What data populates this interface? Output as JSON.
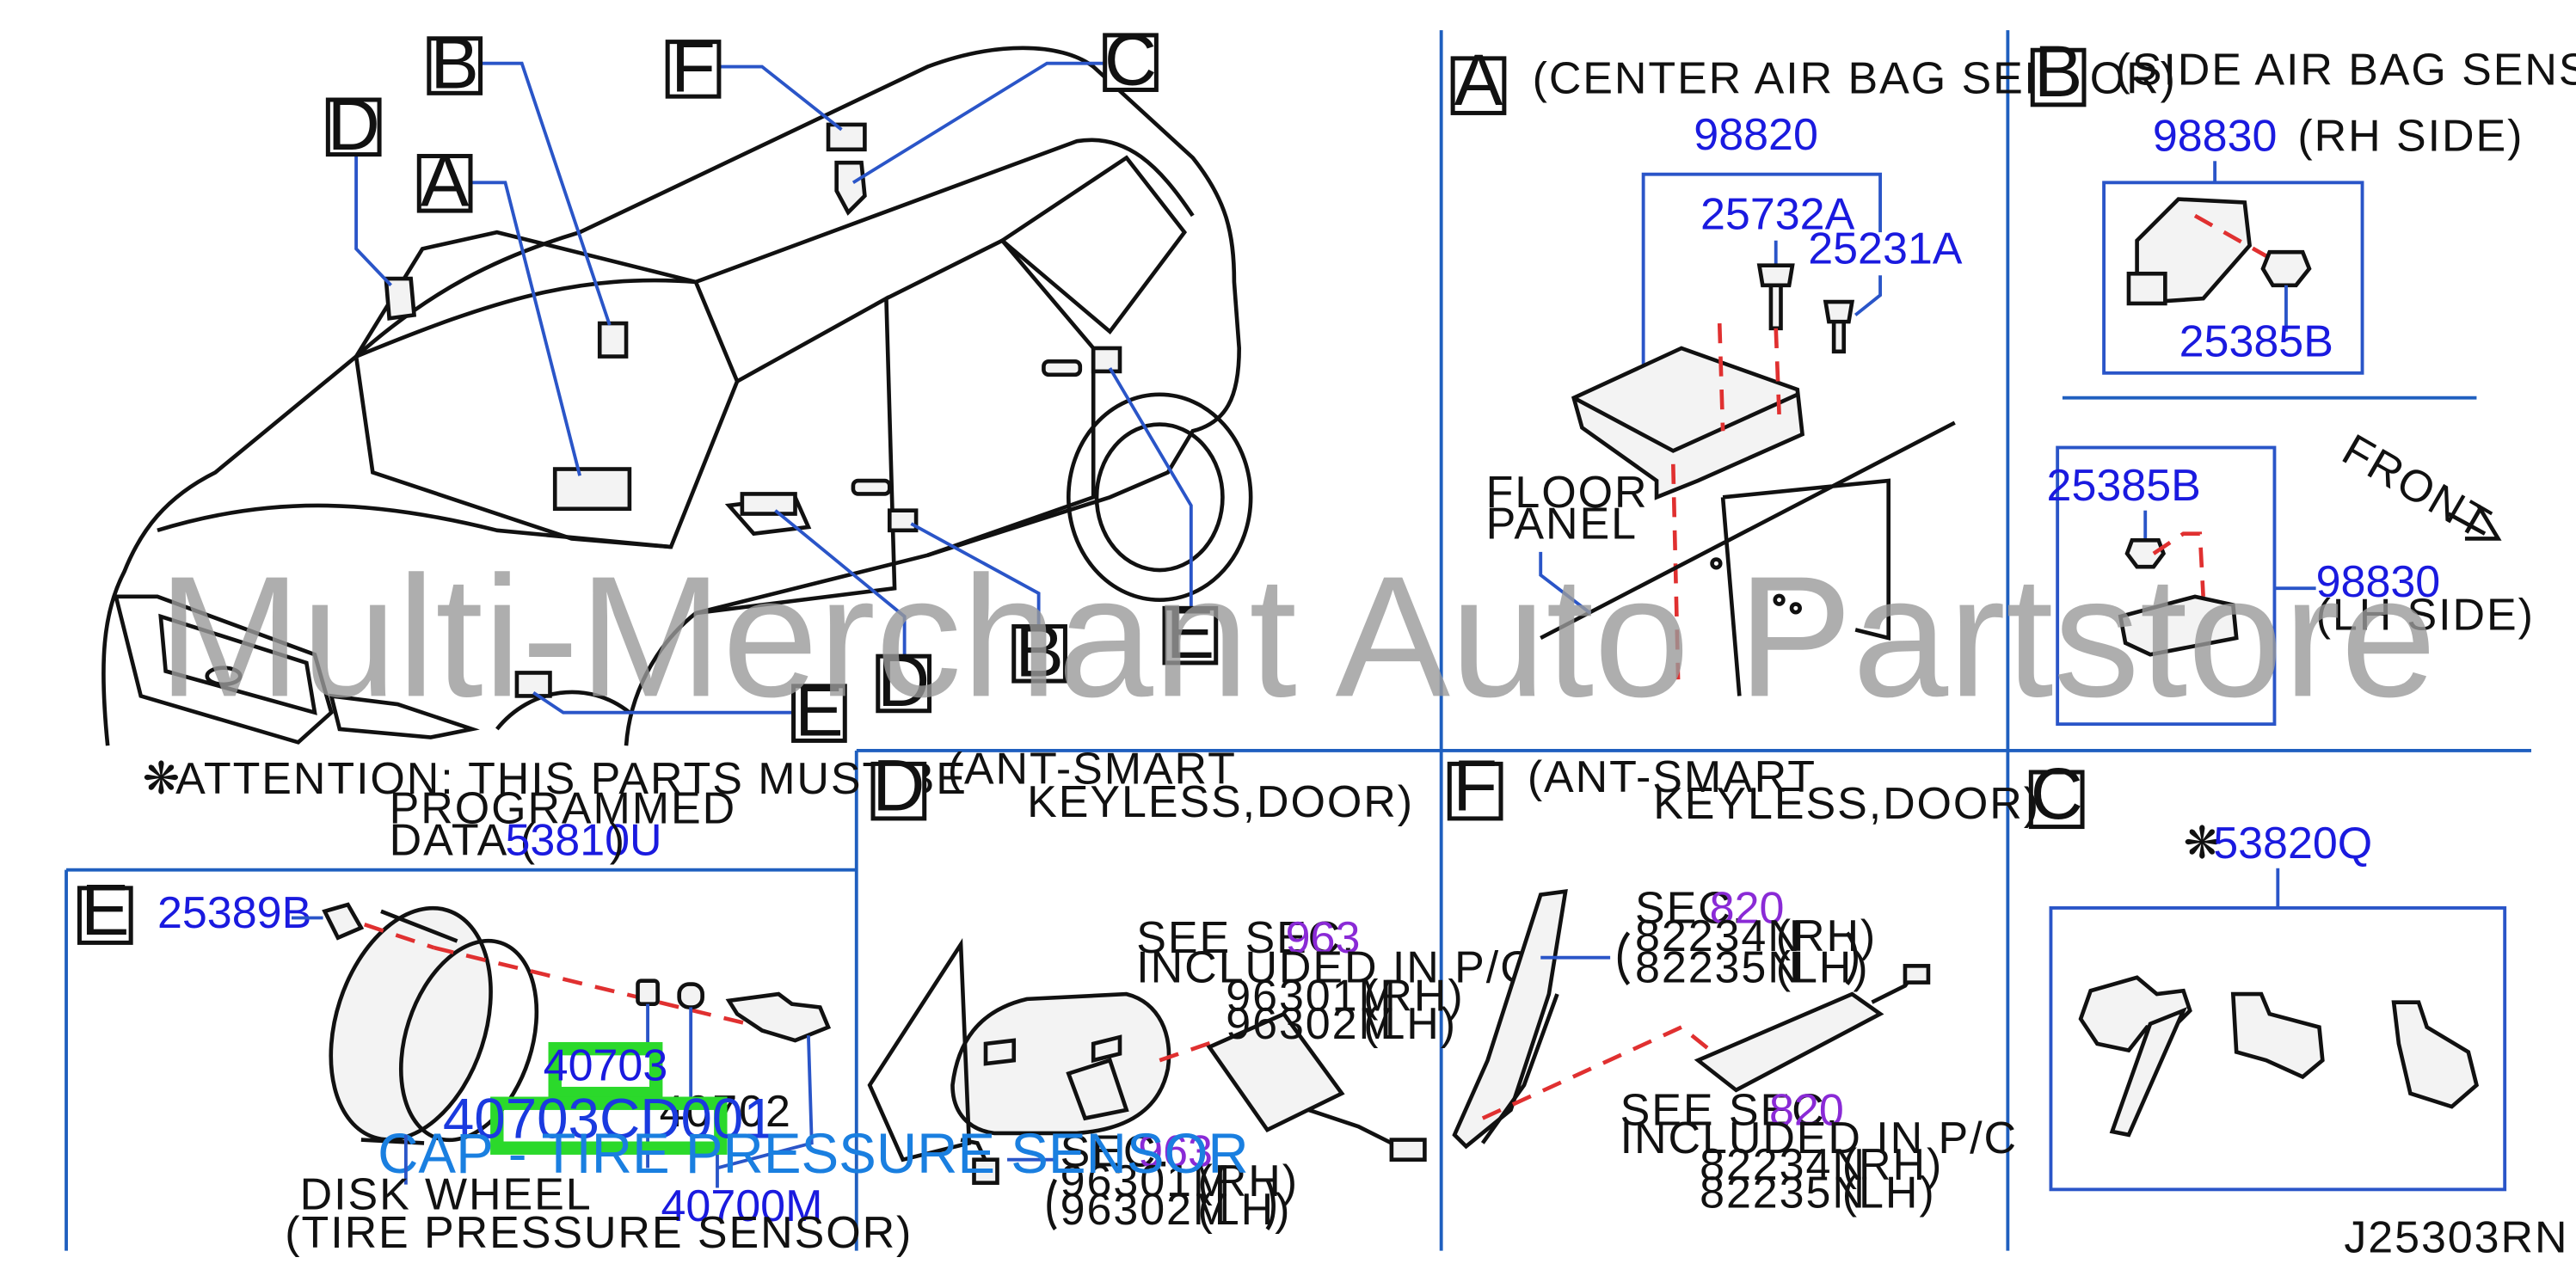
{
  "colors": {
    "part_number_blue": "#1a1adf",
    "section_ref_purple": "#8a2ad6",
    "highlight_green": "#2bd92b",
    "caption_blue": "#1a7fe0",
    "frame_blue": "#1f5fbf",
    "leader_dash_red": "#e03030",
    "watermark_gray": "#9a9a9a"
  },
  "watermark": "Multi-Merchant Auto Partstore",
  "diagram_code": "J25303RN",
  "overview": {
    "callouts": [
      "D",
      "B",
      "A",
      "F",
      "C",
      "B",
      "E",
      "D",
      "E"
    ]
  },
  "attention": {
    "line1": "ATTENTION:  THIS  PARTS  MUST  BE",
    "line2": "PROGRAMMED",
    "line3_prefix": "DATA  (",
    "part": "53810U",
    "line3_suffix": ")",
    "symbol": "❋"
  },
  "panel_a": {
    "letter": "A",
    "title": "(CENTER   AIR   BAG   SENSOR)",
    "parts": [
      "98820",
      "25732A",
      "25231A"
    ],
    "floor_label_1": "FLOOR",
    "floor_label_2": "PANEL"
  },
  "panel_b": {
    "letter": "B",
    "title": "(SIDE   AIR   BAG   SENSOR)",
    "rh_part": "98830",
    "rh_label": "(RH   SIDE)",
    "rh_nut": "25385B",
    "lh_nut": "25385B",
    "lh_part": "98830",
    "lh_label": "(LH   SIDE)",
    "front_label": "FRONT"
  },
  "panel_c": {
    "letter": "C",
    "symbol": "❋",
    "part": "53820Q"
  },
  "panel_d": {
    "letter": "D",
    "title_1": "(ANT-SMART",
    "title_2": "KEYLESS,DOOR)",
    "see_sec": "SEE   SEC.",
    "see_sec_num": "963",
    "included": "INCLUDED   IN   P/C",
    "inc_rh_part": "96301M",
    "inc_rh": "(RH)",
    "inc_lh_part": "96302M",
    "inc_lh": "(LH)",
    "sec": "SEC.",
    "sec_num": "963",
    "mir_rh_part": "96301M",
    "mir_rh": "(RH)",
    "mir_lh_part": "96302M",
    "mir_lh": "(LH)"
  },
  "panel_e": {
    "letter": "E",
    "valve_cap": "25389B",
    "highlight_part": "40703",
    "highlight_partnum": "40703CD001",
    "nut_part": "40702",
    "caption": "CAP - TIRE PRESSURE SENSOR",
    "wheel_label": "DISK   WHEEL",
    "sensor_part": "40700M",
    "sensor_label": "(TIRE   PRESSURE   SENSOR)"
  },
  "panel_f": {
    "letter": "F",
    "title_1": "(ANT-SMART",
    "title_2": "KEYLESS,DOOR)",
    "sec": "SEC.",
    "sec_num": "820",
    "rh_part": "82234N",
    "rh": "(RH)",
    "lh_part": "82235N",
    "lh": "(LH)",
    "see_sec": "SEE   SEC.",
    "see_sec_num": "820",
    "included": "INCLUDED   IN   P/C",
    "inc_rh_part": "82234N",
    "inc_rh": "(RH)",
    "inc_lh_part": "82235N",
    "inc_lh": "(LH)"
  }
}
